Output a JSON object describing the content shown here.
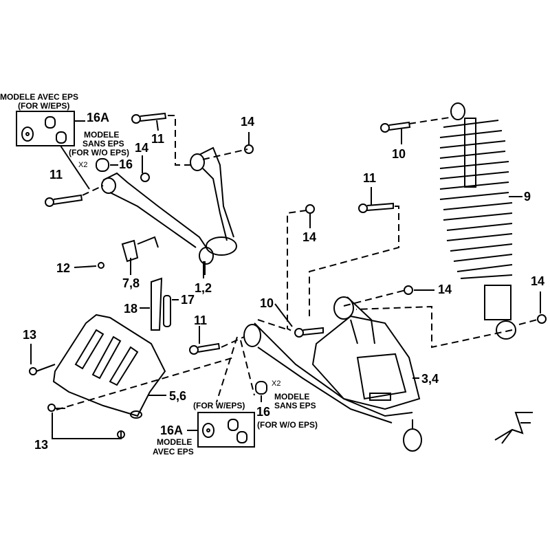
{
  "diagram": {
    "title": "Front suspension exploded parts diagram",
    "notes": {
      "avec_eps_fr": "MODELE AVEC EPS",
      "avec_eps_en": "(FOR W/EPS)",
      "sans_eps_fr1": "MODELE",
      "sans_eps_fr2": "SANS EPS",
      "sans_eps_en": "(FOR W/O EPS)",
      "bottom_for_w_eps": "(FOR W/EPS)",
      "bottom_sans_fr1": "MODELE",
      "bottom_sans_fr2": "SANS EPS",
      "bottom_sans_en": "(FOR W/O EPS)",
      "bottom_avec_fr1": "MODELE",
      "bottom_avec_fr2": "AVEC EPS",
      "qty_x2": "X2"
    },
    "callouts": {
      "c16A_top": "16A",
      "c16_top": "16",
      "c11_a": "11",
      "c14_a": "14",
      "c14_b": "14",
      "c11_b": "11",
      "c11_c": "11",
      "c10_a": "10",
      "c9": "9",
      "c14_c": "14",
      "c12": "12",
      "c78": "7,8",
      "c12arm": "1,2",
      "c18": "18",
      "c17": "17",
      "c10_b": "10",
      "c14_d": "14",
      "c14_e": "14",
      "c34": "3,4",
      "c13_a": "13",
      "c11_d": "11",
      "c56": "5,6",
      "c16_bottom": "16",
      "c16A_bottom": "16A",
      "c13_b": "13"
    }
  }
}
